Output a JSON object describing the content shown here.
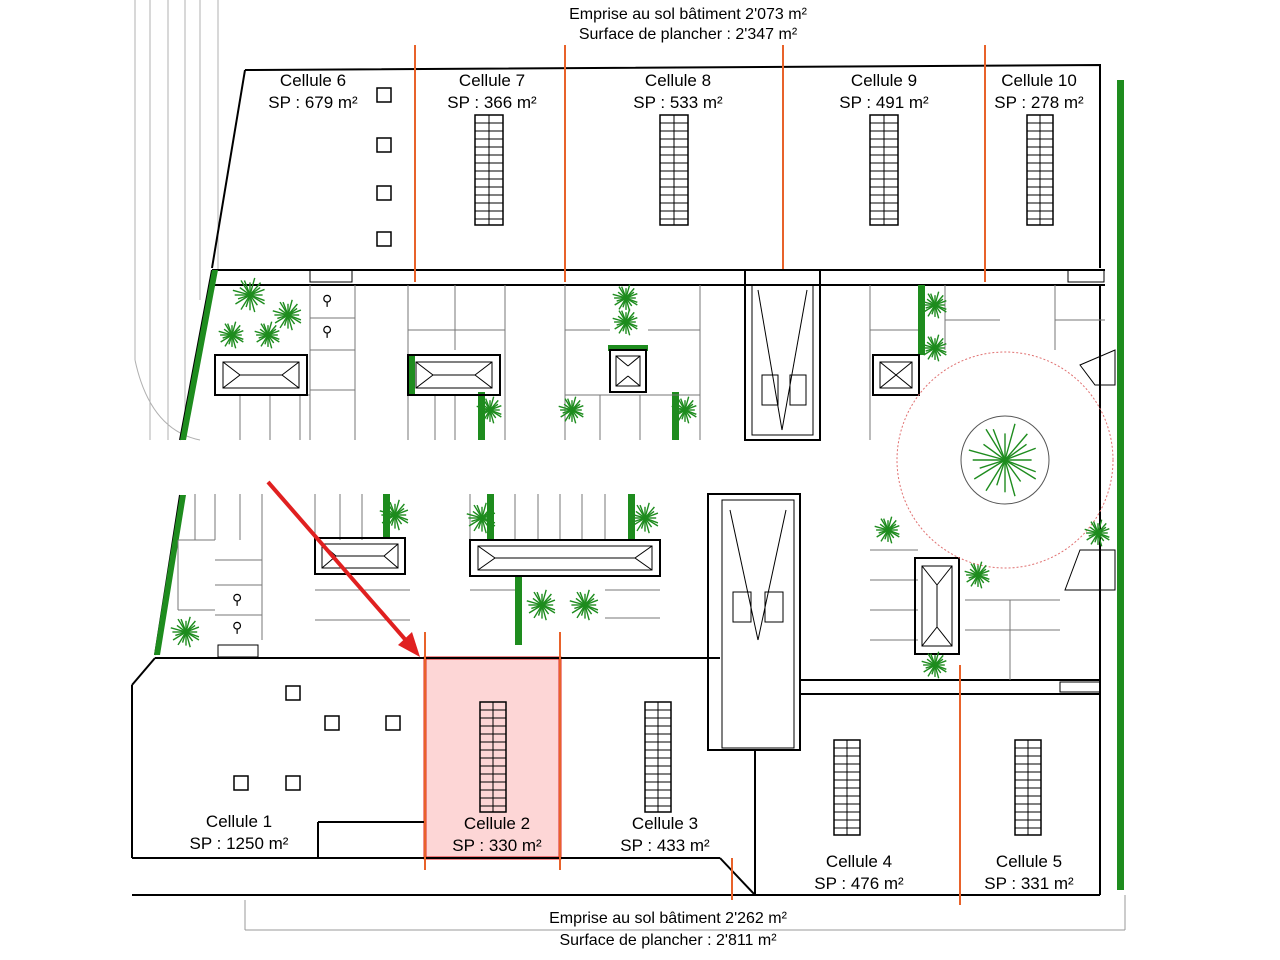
{
  "header": {
    "line1": "Emprise au sol bâtiment 2'073 m²",
    "line2": "Surface de plancher : 2'347 m²"
  },
  "footer": {
    "line1": "Emprise au sol bâtiment 2'262 m²",
    "line2": "Surface de plancher : 2'811 m²"
  },
  "cells": [
    {
      "id": "1",
      "name": "Cellule 1",
      "sp": "SP : 1250 m²"
    },
    {
      "id": "2",
      "name": "Cellule 2",
      "sp": "SP : 330 m²"
    },
    {
      "id": "3",
      "name": "Cellule 3",
      "sp": "SP : 433 m²"
    },
    {
      "id": "4",
      "name": "Cellule 4",
      "sp": "SP : 476 m²"
    },
    {
      "id": "5",
      "name": "Cellule 5",
      "sp": "SP : 331 m²"
    },
    {
      "id": "6",
      "name": "Cellule 6",
      "sp": "SP : 679 m²"
    },
    {
      "id": "7",
      "name": "Cellule 7",
      "sp": "SP : 366 m²"
    },
    {
      "id": "8",
      "name": "Cellule 8",
      "sp": "SP : 533 m²"
    },
    {
      "id": "9",
      "name": "Cellule 9",
      "sp": "SP : 491 m²"
    },
    {
      "id": "10",
      "name": "Cellule 10",
      "sp": "SP : 278 m²"
    }
  ],
  "highlight": {
    "cell": "Cellule 2",
    "fill": "#fdd6d6",
    "stroke": "#e02020"
  },
  "colors": {
    "wall": "#000000",
    "partition": "#e8622a",
    "hedge": "#1e8c1e",
    "arrow": "#e02020",
    "circle": "#e07070"
  },
  "icons": [
    "arrow-icon",
    "tree-icon",
    "stair-icon",
    "bike-icon"
  ]
}
